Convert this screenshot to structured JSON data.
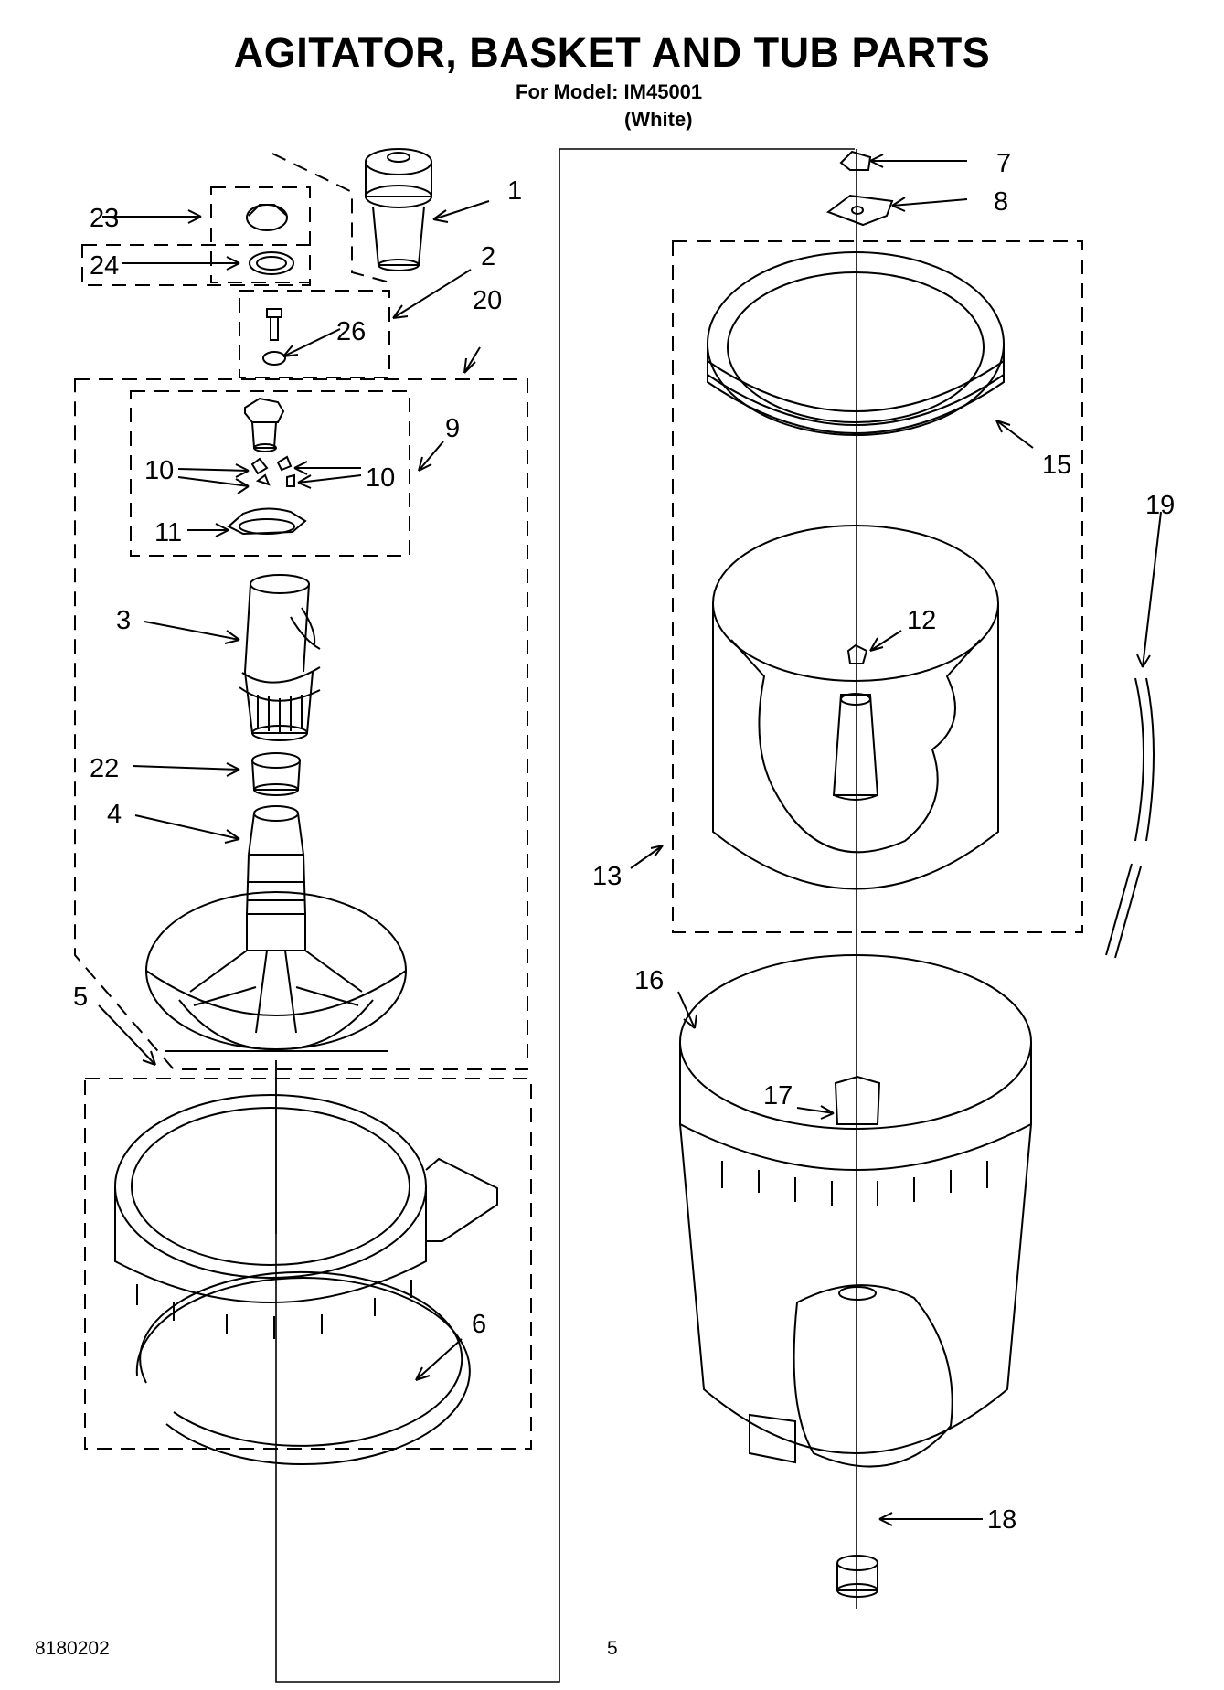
{
  "header": {
    "title": "AGITATOR, BASKET AND TUB PARTS",
    "model_line": "For Model: IM45001",
    "color_line": "(White)"
  },
  "callouts": [
    "1",
    "2",
    "3",
    "4",
    "5",
    "6",
    "7",
    "8",
    "9",
    "10",
    "10",
    "11",
    "12",
    "13",
    "15",
    "16",
    "17",
    "18",
    "19",
    "20",
    "22",
    "23",
    "24",
    "26"
  ],
  "footer": {
    "doc_number": "8180202",
    "page_number": "5"
  }
}
